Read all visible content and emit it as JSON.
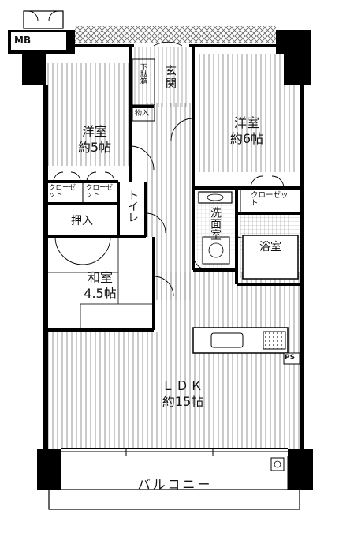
{
  "rooms": {
    "western_room_5": {
      "name": "洋室",
      "size": "約5帖"
    },
    "western_room_6": {
      "name": "洋室",
      "size": "約6帖"
    },
    "japanese_room": {
      "name": "和室",
      "size": "4.5帖"
    },
    "ldk": {
      "name": "ＬＤＫ",
      "size": "約15帖"
    },
    "balcony": {
      "name": "バルコニー"
    },
    "entrance": {
      "name": "玄関"
    },
    "shoe_cabinet": {
      "name": "下駄箱"
    },
    "storage_in": {
      "name": "物入"
    },
    "closet_1": {
      "name": "クローゼット"
    },
    "closet_2": {
      "name": "クローゼット"
    },
    "closet_3": {
      "name": "クローゼット"
    },
    "oshiire": {
      "name": "押入"
    },
    "toilet": {
      "name": "トイレ"
    },
    "washroom": {
      "name": "洗面室"
    },
    "bathroom": {
      "name": "浴室"
    }
  },
  "equipment": {
    "meter_box": "MB",
    "pipe_space": "PS"
  }
}
